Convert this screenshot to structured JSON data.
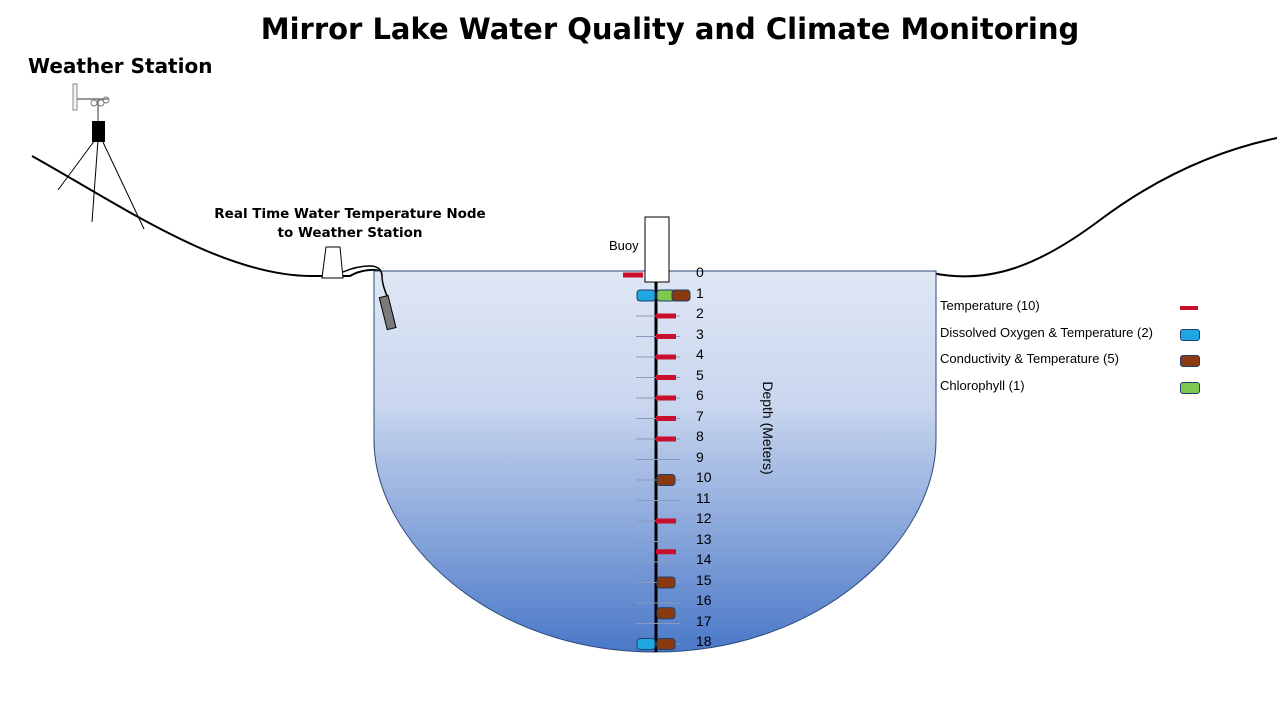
{
  "title": "Mirror Lake Water Quality and Climate Monitoring",
  "weather_station_label": "Weather Station",
  "node_label_line1": "Real Time Water Temperature Node",
  "node_label_line2": "to Weather Station",
  "buoy_label": "Buoy",
  "depth_axis_title": "Depth (Meters)",
  "depth_labels": [
    "0",
    "1",
    "2",
    "3",
    "4",
    "5",
    "6",
    "7",
    "8",
    "9",
    "10",
    "11",
    "12",
    "13",
    "14",
    "15",
    "16",
    "17",
    "18"
  ],
  "legend": [
    {
      "label": "Temperature (10)",
      "color": "#c8102e",
      "kind": "temp"
    },
    {
      "label": "Dissolved Oxygen & Temperature (2)",
      "color": "#1ea7e1",
      "kind": "do"
    },
    {
      "label": "Conductivity & Temperature (5)",
      "color": "#8b3a0f",
      "kind": "cond"
    },
    {
      "label": "Chlorophyll (1)",
      "color": "#7ec850",
      "kind": "chl"
    }
  ],
  "sensors": [
    {
      "type": "temp",
      "depth": 0
    },
    {
      "type": "do",
      "depth": 1
    },
    {
      "type": "chl",
      "depth": 1
    },
    {
      "type": "cond",
      "depth": 1
    },
    {
      "type": "temp",
      "depth": 2
    },
    {
      "type": "temp",
      "depth": 3
    },
    {
      "type": "temp",
      "depth": 4
    },
    {
      "type": "temp",
      "depth": 5
    },
    {
      "type": "temp",
      "depth": 6
    },
    {
      "type": "temp",
      "depth": 7
    },
    {
      "type": "temp",
      "depth": 8
    },
    {
      "type": "cond",
      "depth": 10
    },
    {
      "type": "temp",
      "depth": 12
    },
    {
      "type": "temp",
      "depth": 13.5
    },
    {
      "type": "cond",
      "depth": 15
    },
    {
      "type": "cond",
      "depth": 16.5
    },
    {
      "type": "do",
      "depth": 18
    },
    {
      "type": "cond",
      "depth": 18
    }
  ],
  "colors": {
    "water_top": "#dfe7f5",
    "water_bottom": "#4a78c8",
    "lake_outline": "#2c4a7a",
    "temperature": "#c8102e",
    "dissolved_oxygen": "#1ea7e1",
    "conductivity": "#8b3a0f",
    "chlorophyll": "#7ec850"
  }
}
